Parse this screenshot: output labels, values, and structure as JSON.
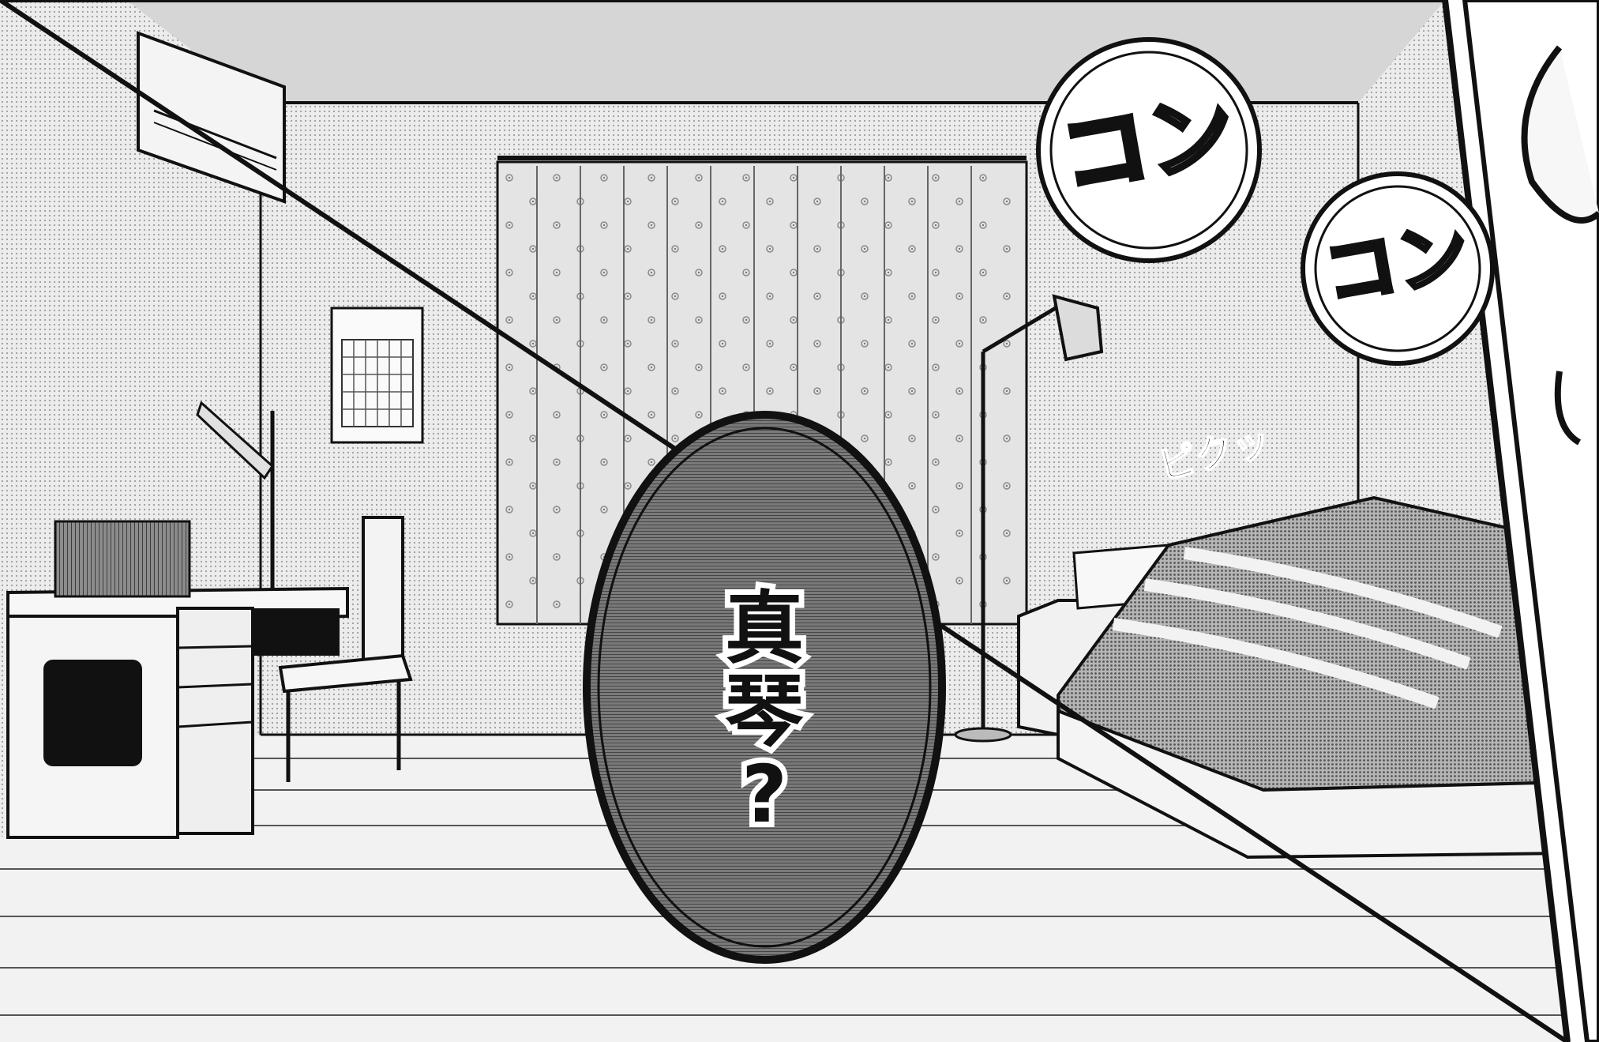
{
  "speech": {
    "name_line1": "真",
    "name_line2": "琴",
    "name_line3": "?"
  },
  "sfx": {
    "knock_1": "コン",
    "knock_2": "コン",
    "twitch": "ピクッ"
  },
  "icons": {
    "balloon": "oval-speech-balloon",
    "knock_bubble": "circle-sfx-bubble"
  },
  "colors": {
    "ink": "#111111",
    "paper": "#ffffff",
    "tone_light": "#cfcfcf",
    "tone_mid": "#9a9a9a",
    "tone_dark": "#5a5a5a"
  }
}
